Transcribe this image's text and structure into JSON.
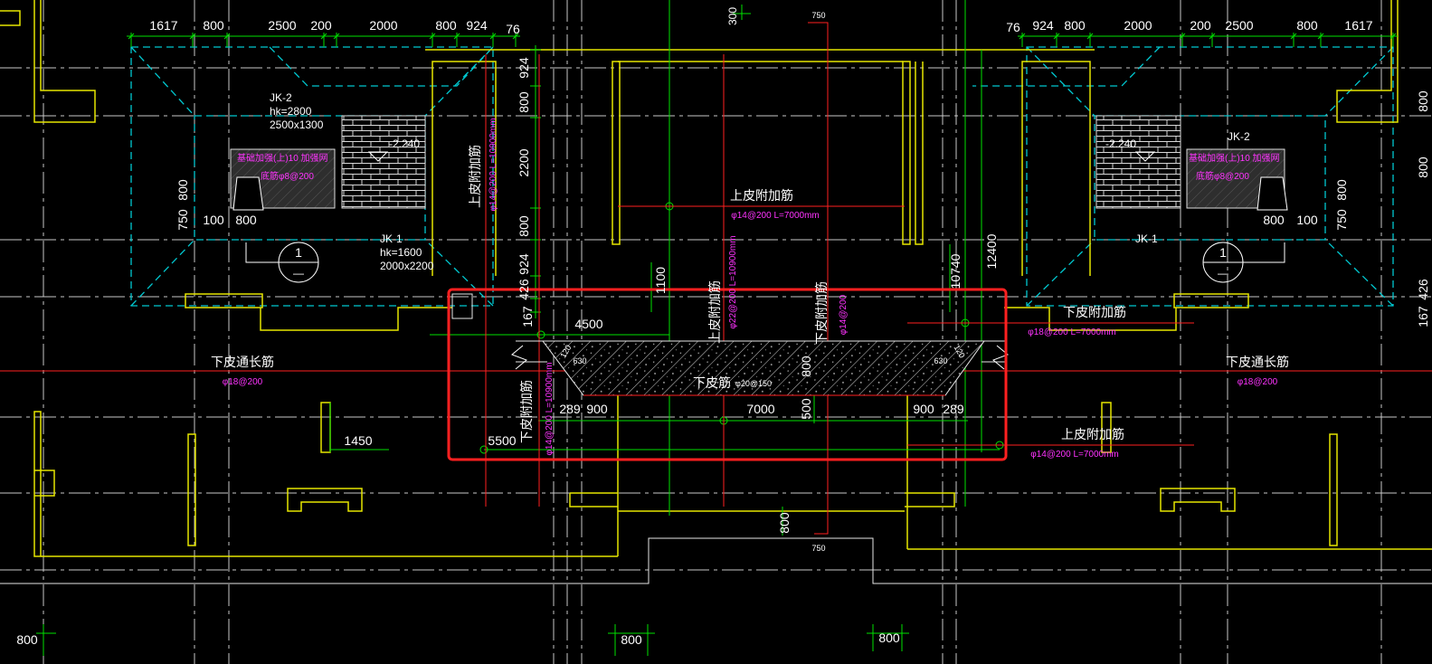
{
  "colors": {
    "background": "#000000",
    "dimension": "#00e000",
    "wall": "#e6e600",
    "axis": "#c8c8c8",
    "pile_cap": "#00c8d0",
    "rebar_line": "#ff2020",
    "rebar_text": "#ff33ff",
    "highlight": "#ff2020",
    "text": "#ffffff"
  },
  "dims": {
    "top_left": [
      "1617",
      "800",
      "2500",
      "200",
      "2000",
      "800",
      "924",
      "76"
    ],
    "top_right": [
      "76",
      "924",
      "800",
      "2000",
      "200",
      "2500",
      "800",
      "1617"
    ],
    "top_300": "300",
    "top_750": "750",
    "left_column": [
      "924",
      "800",
      "2200",
      "800",
      "924",
      "426",
      "167"
    ],
    "left_cap": [
      "800",
      "750",
      "100",
      "800"
    ],
    "right_cap": [
      "800",
      "100",
      "800",
      "750"
    ],
    "right_edge": [
      "800",
      "800",
      "426",
      "167"
    ],
    "d1100": "1100",
    "d10740": "10740",
    "d12400": "12400",
    "d4500": "4500",
    "d5500": "5500",
    "d1450": "1450",
    "section": {
      "left_630": "630",
      "left_120": "120",
      "right_630": "630",
      "right_120": "120",
      "depth_800": "800",
      "depth_500": "500",
      "base": [
        "289",
        "900",
        "7000",
        "900",
        "289"
      ]
    },
    "bottom_800": "800",
    "bottom_750": "750",
    "bottom_row": [
      "800",
      "800",
      "800"
    ]
  },
  "caps": {
    "left": {
      "jk2": "JK-2",
      "jk2_hk": "hk=2800",
      "jk2_size": "2500x1300",
      "elev": "-2.240",
      "note1": "基础加强(上)10 加强网",
      "note2": "底筋φ8@200",
      "jk1": "JK-1",
      "jk1_hk": "hk=1600",
      "jk1_size": "2000x2200",
      "section_no": "1",
      "section_sheet": "—"
    },
    "right": {
      "jk2": "JK-2",
      "elev": "-2.240",
      "note1": "基础加强(上)10 加强网",
      "note2": "底筋φ8@200",
      "jk1": "JK-1",
      "section_no": "1",
      "section_sheet": "—"
    }
  },
  "rebar": {
    "left_top_add": {
      "label": "上皮附加筋",
      "spec": "φ14@200 L=10900mm"
    },
    "center_top_add": {
      "label": "上皮附加筋",
      "spec": "φ14@200 L=7000mm"
    },
    "center_vert_top": {
      "label": "上皮附加筋",
      "spec": "φ22@200 L=10900mm"
    },
    "center_vert_bottom": {
      "label": "下皮附加筋",
      "spec": "φ14@200"
    },
    "left_bottom_add": {
      "label": "下皮附加筋",
      "spec": "φ14@200 L=10900mm"
    },
    "right_bottom_add": {
      "label": "下皮附加筋",
      "spec": "φ18@200 L=7000mm"
    },
    "right_top_add": {
      "label": "上皮附加筋",
      "spec": "φ14@200 L=7000mm"
    },
    "left_through": {
      "label": "下皮通长筋",
      "spec": "φ18@200"
    },
    "right_through": {
      "label": "下皮通长筋",
      "spec": "φ18@200"
    },
    "section_bottom": {
      "label": "下皮筋",
      "spec": "φ20@150"
    }
  }
}
